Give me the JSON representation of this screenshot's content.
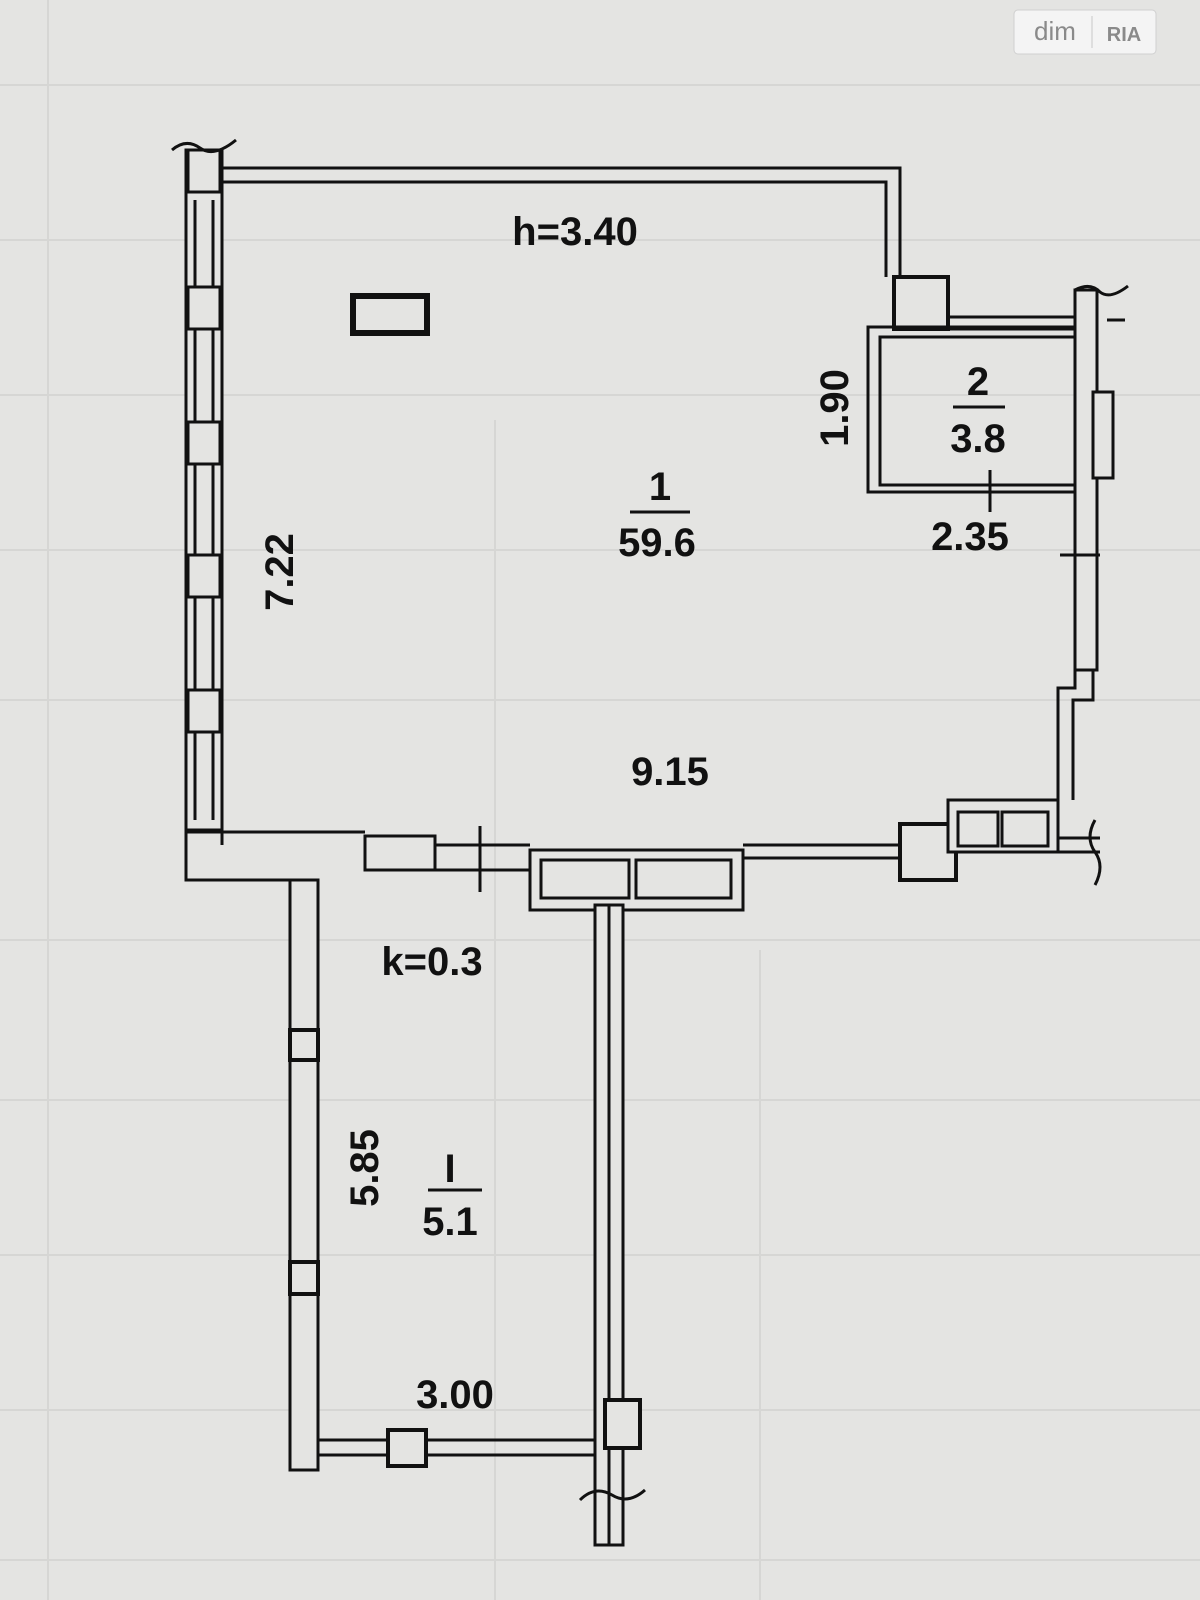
{
  "watermark": {
    "brand": "dim",
    "logo": "RIA"
  },
  "plan": {
    "ceiling_height": "h=3.40",
    "coefficient": "k=0.3",
    "rooms": [
      {
        "number": "1",
        "area": "59.6"
      },
      {
        "number": "2",
        "area": "3.8"
      },
      {
        "number": "I",
        "area": "5.1"
      }
    ],
    "dimensions": {
      "room1_width": "9.15",
      "room1_depth": "7.22",
      "room2_height": "1.90",
      "room2_width": "2.35",
      "balcony_depth": "5.85",
      "balcony_width": "3.00"
    }
  }
}
